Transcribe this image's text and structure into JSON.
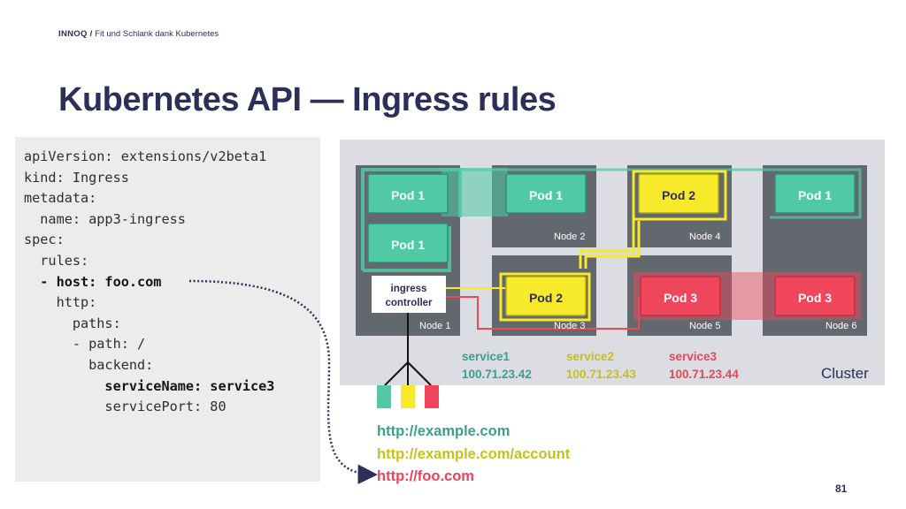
{
  "header": {
    "brand": "INNOQ /",
    "subtitle": "Fit und Schlank dank Kubernetes"
  },
  "title": "Kubernetes API — Ingress rules",
  "code_lines": [
    {
      "text": "apiVersion: extensions/v2beta1",
      "highlight": false
    },
    {
      "text": "kind: Ingress",
      "highlight": false
    },
    {
      "text": "metadata:",
      "highlight": false
    },
    {
      "text": "  name: app3-ingress",
      "highlight": false
    },
    {
      "text": "spec:",
      "highlight": false
    },
    {
      "text": "  rules:",
      "highlight": false
    },
    {
      "text": "  - host: foo.com",
      "highlight": true
    },
    {
      "text": "    http:",
      "highlight": false
    },
    {
      "text": "      paths:",
      "highlight": false
    },
    {
      "text": "      - path: /",
      "highlight": false
    },
    {
      "text": "        backend:",
      "highlight": false
    },
    {
      "text": "          serviceName: service3",
      "highlight": true
    },
    {
      "text": "          servicePort: 80",
      "highlight": false
    }
  ],
  "cluster": {
    "label": "Cluster",
    "nodes": [
      "Node 1",
      "Node 2",
      "Node 3",
      "Node 4",
      "Node 5",
      "Node 6"
    ],
    "pods": {
      "node1_top": "Pod 1",
      "node1_bottom": "Pod 1",
      "node2": "Pod 1",
      "node3": "Pod 2",
      "node4": "Pod 2",
      "node5": "Pod 3",
      "node6_top": "Pod 1",
      "node6_bottom": "Pod 3"
    },
    "ingress_controller": [
      "ingress",
      "controller"
    ],
    "services": [
      {
        "name": "service1",
        "ip": "100.71.23.42",
        "color": "#3f9e86"
      },
      {
        "name": "service2",
        "ip": "100.71.23.43",
        "color": "#c8bf1e"
      },
      {
        "name": "service3",
        "ip": "100.71.23.44",
        "color": "#e8455a"
      }
    ]
  },
  "colors": {
    "green": "#4fcaa4",
    "yellow": "#f7ea2b",
    "red": "#f0465b",
    "node": "#63676e",
    "cluster_bg": "#dcdde2",
    "navy": "#2b2f5a"
  },
  "urls": [
    {
      "text": "http://example.com",
      "color": "#3f9e86"
    },
    {
      "text": "http://example.com/account",
      "color": "#c8bf1e"
    },
    {
      "text": "http://foo.com",
      "color": "#e8455a"
    }
  ],
  "page_number": "81"
}
